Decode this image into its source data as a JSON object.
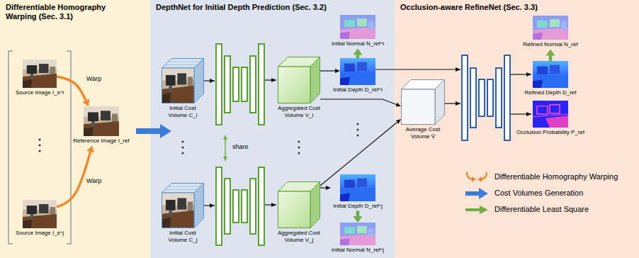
{
  "diagram": {
    "nodes": [
      {
        "text": [
          "Differentiable Homography Warping (Sec. 3.1)"
        ]
      },
      {
        "text": [
          "DepthNet for Initial Depth Prediction (Sec. 3.2)"
        ]
      },
      {
        "text": [
          "Occlusion-aware RefineNet (Sec. 3.3)"
        ]
      },
      {
        "text": [
          "Source Image I_s^i"
        ],
        "in": 0
      },
      {
        "text": [
          "Reference Image I_ref"
        ],
        "in": 0
      },
      {
        "text": [
          "Source Image I_s^j"
        ],
        "in": 0
      },
      {
        "text": [
          "Initial Cost Volume C_i"
        ],
        "in": 1
      },
      {
        "text": [
          "Initial Normal N_ref^i"
        ],
        "in": 1
      },
      {
        "text": [
          "Aggregated Cost Volume V_i"
        ],
        "in": 1
      },
      {
        "text": [
          "Initial Depth D_ref^i"
        ],
        "in": 1
      },
      {
        "text": [
          "Initial Cost Volume C_j"
        ],
        "in": 1
      },
      {
        "text": [
          "Aggregated Cost Volume V_j"
        ],
        "in": 1
      },
      {
        "text": [
          "Initial Depth D_ref^j"
        ],
        "in": 1
      },
      {
        "text": [
          "Initial Normal N_ref^j"
        ],
        "in": 1
      },
      {
        "text": [
          "Average Cost Volume V̄"
        ],
        "in": 2
      },
      {
        "text": [
          "Refined Normal N_ref"
        ],
        "in": 2
      },
      {
        "text": [
          "Refined Depth D_ref"
        ],
        "in": 2
      },
      {
        "text": [
          "Occlusion Probability P_ref"
        ],
        "in": 2
      }
    ],
    "edges": [
      {
        "from": 3,
        "to": 4,
        "label": "Warp",
        "arrow": "to"
      },
      {
        "from": 5,
        "to": 4,
        "label": "Warp",
        "arrow": "to"
      },
      {
        "from": 8,
        "to": 9,
        "arrow": "to"
      },
      {
        "from": 9,
        "to": 7,
        "arrow": "to"
      },
      {
        "from": 11,
        "to": 12,
        "arrow": "to"
      },
      {
        "from": 12,
        "to": 13,
        "arrow": "to"
      },
      {
        "from": 8,
        "to": 14,
        "arrow": "to"
      },
      {
        "from": 11,
        "to": 14,
        "arrow": "to"
      },
      {
        "from": 16,
        "to": 15,
        "arrow": "to"
      }
    ],
    "labels": [
      "share"
    ],
    "legend": [
      {
        "text": "Differentiable Homography Warping"
      },
      {
        "text": "Cost Volumes Generation"
      },
      {
        "text": "Differentiable Least Square"
      }
    ]
  }
}
